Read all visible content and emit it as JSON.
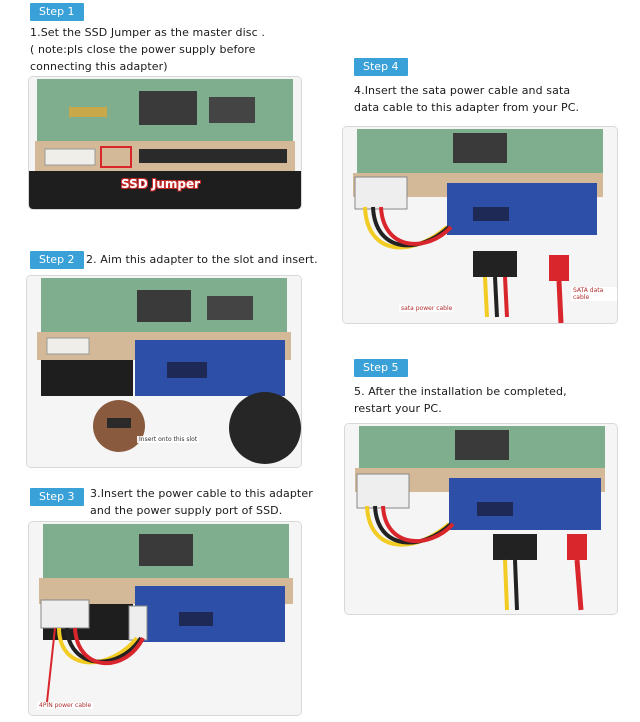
{
  "steps": [
    {
      "badge": "Step 1",
      "text": "1.Set the SSD Jumper as the master disc .\n( note:pls close the power supply before\nconnecting this adapter)",
      "callout": "SSD Jumper"
    },
    {
      "badge": "Step 2",
      "text": "2. Aim this adapter to the slot and insert.",
      "callout": "Insert onto this slot"
    },
    {
      "badge": "Step 3",
      "text": "3.Insert the power cable to this adapter\nand the power supply port of SSD.",
      "callout": "4PIN power cable"
    },
    {
      "badge": "Step 4",
      "text": "4.Insert the sata power cable and sata\ndata cable to this adapter from your PC.",
      "callout_power": "sata power cable",
      "callout_data": "SATA data cable"
    },
    {
      "badge": "Step 5",
      "text": "5. After the installation be completed,\nrestart your PC."
    }
  ],
  "colors": {
    "badge": "#3aa0d8",
    "pcb_green": "#7fae8e",
    "adapter_blue": "#2d4fa8",
    "connector_tan": "#d4b998",
    "cable_red": "#d9262c",
    "cable_yellow": "#f2cc22"
  }
}
